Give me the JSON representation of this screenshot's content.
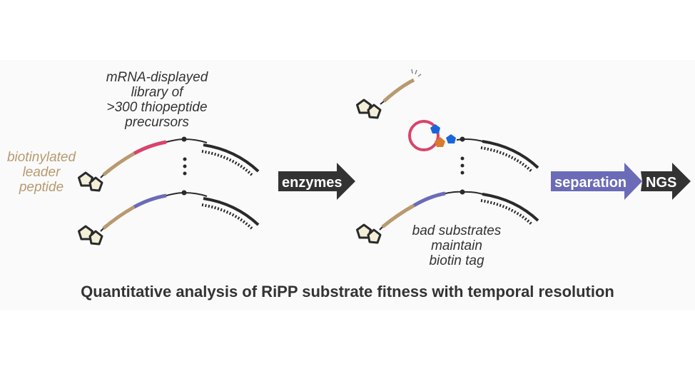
{
  "labels": {
    "library": [
      "mRNA-displayed",
      "library of",
      ">300 thiopeptide",
      "precursors"
    ],
    "leader": [
      "biotinylated",
      "leader",
      "peptide"
    ],
    "bad": [
      "bad substrates",
      "maintain",
      "biotin tag"
    ]
  },
  "arrows": {
    "enzymes": "enzymes",
    "separation": "separation",
    "ngs": "NGS"
  },
  "title": "Quantitative analysis of RiPP substrate fitness with temporal resolution",
  "colors": {
    "leader_peptide": "#b89a70",
    "core_variant_1": "#d9436b",
    "core_variant_2": "#6b6bb8",
    "biotin_fill": "#f3eed8",
    "dark": "#333333",
    "blue_residue": "#1a66d9",
    "orange_residue": "#d97a30",
    "separation_arrow": "#6b6bb8"
  }
}
